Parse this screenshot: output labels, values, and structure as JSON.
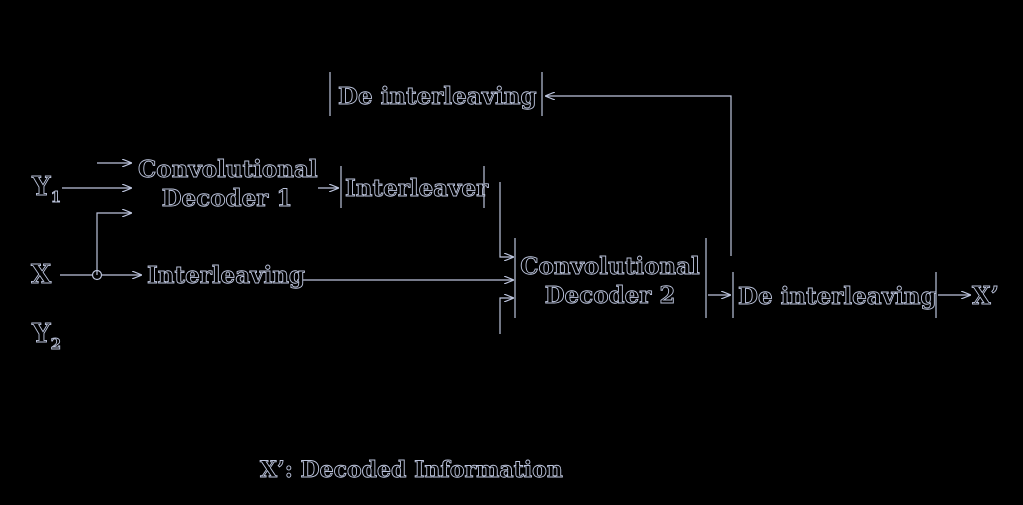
{
  "inputs": {
    "y1": "Y",
    "y1_sub": "1",
    "x": "X",
    "y2": "Y",
    "y2_sub": "2"
  },
  "blocks": {
    "conv_decoder_1": {
      "line1": "Convolutional",
      "line2": "Decoder 1"
    },
    "interleaver": "Interleaver",
    "interleaving": "Interleaving",
    "de_interleaving_top": "De interleaving",
    "conv_decoder_2": {
      "line1": "Convolutional",
      "line2": "Decoder 2"
    },
    "de_interleaving_out": "De interleaving"
  },
  "output": "X’",
  "legend": "X’:  Decoded Information",
  "colors": {
    "background": "#000000",
    "line": "#bcc4dc"
  }
}
